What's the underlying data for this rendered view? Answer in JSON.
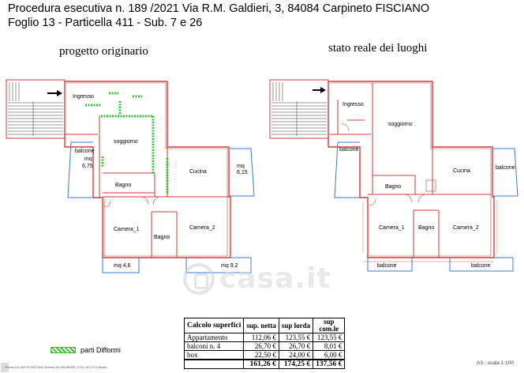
{
  "header": {
    "line1": "Procedura esecutiva n. 189 /2021  Via R.M. Galdieri, 3, 84084 Carpineto FISCIANO",
    "line2": "Foglio 13 - Particella 411 - Sub. 7 e 26"
  },
  "plans": {
    "left": {
      "title": "progetto originario",
      "rooms": {
        "ingresso": "Ingresso",
        "soggiorno": "soggiorno",
        "cucina": "Cucina",
        "bagno1": "Bagno",
        "bagno2": "Bagno",
        "camera1": "Camera_1",
        "camera2": "Camera_2",
        "balcone": "balcone",
        "mq_left_1": "mq",
        "mq_left_2": "6,75",
        "mq_right_1": "mq",
        "mq_right_2": "6,15",
        "mq_bottom_left": "mq 4,6",
        "mq_bottom_right": "mq 9,2"
      }
    },
    "right": {
      "title": "stato reale dei luoghi",
      "rooms": {
        "ingresso": "Ingresso",
        "soggiorno": "soggiorno",
        "cucina": "Cucina",
        "bagno_top": "Bagno",
        "bagno_bottom": "Bagno",
        "camera1": "Camera_1",
        "camera2": "Camera_2",
        "balcone_left": "balcone",
        "balcone_right": "balcone",
        "balcone_bottom_left": "balcone",
        "balcone_bottom_right": "balcone"
      }
    }
  },
  "calc_table": {
    "headers": [
      "Calcolo superfici",
      "sup. netta",
      "sup lorda",
      "sup com.le"
    ],
    "rows": [
      [
        "Appartamento",
        "112,06 €",
        "123,55 €",
        "123,55 €"
      ],
      [
        "balconi  n. 4",
        "26,70 €",
        "26,70 €",
        "8,01 €"
      ],
      [
        "box",
        "22,50 €",
        "24,00 €",
        "6,00 €"
      ]
    ],
    "total": [
      "",
      "161,26 €",
      "174,25 €",
      "137,56 €"
    ]
  },
  "legend": {
    "label": "parti Difformi",
    "color": "#35c335"
  },
  "footer": "Firmato Da: MATTEI ANTONIO Emesso Da: ARUBAPEC S.P.A. NG CA 3 Serial#: ...",
  "scale": "A3 - scala 1:100",
  "watermark": "casa.it",
  "colors": {
    "wall_red": "#d23c3c",
    "wall_blue": "#3a78d6",
    "difformi_green": "#35c335"
  }
}
